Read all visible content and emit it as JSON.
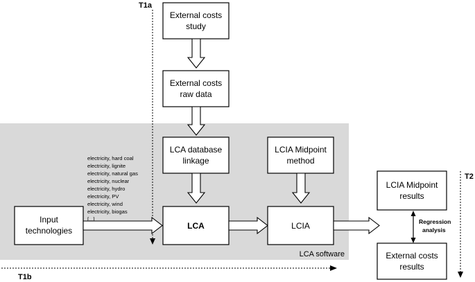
{
  "markers": {
    "t1a": "T1a",
    "t1b": "T1b",
    "t2": "T2"
  },
  "boxes": {
    "external_costs_study": [
      "External costs",
      "study"
    ],
    "external_costs_raw_data": [
      "External costs",
      "raw data"
    ],
    "lca_database_linkage": [
      "LCA database",
      "linkage"
    ],
    "lcia_midpoint_method": [
      "LCIA Midpoint",
      "method"
    ],
    "input_technologies": [
      "Input",
      "technologies"
    ],
    "lca": "LCA",
    "lcia": "LCIA",
    "lcia_midpoint_results": [
      "LCIA Midpoint",
      "results"
    ],
    "external_costs_results": [
      "External costs",
      "results"
    ]
  },
  "technology_list": [
    "electricity, hard coal",
    "electricity, lignite",
    "electricity, natural gas",
    "electricity, nuclear",
    "electricity, hydro",
    "electricity, PV",
    "electricity, wind",
    "electricity, biogas",
    "[...]"
  ],
  "regression_label": [
    "Regression",
    "analysis"
  ],
  "software_area_label": "LCA software",
  "colors": {
    "software_area": "#d9d9d9",
    "box_fill": "#ffffff",
    "stroke": "#000000"
  }
}
